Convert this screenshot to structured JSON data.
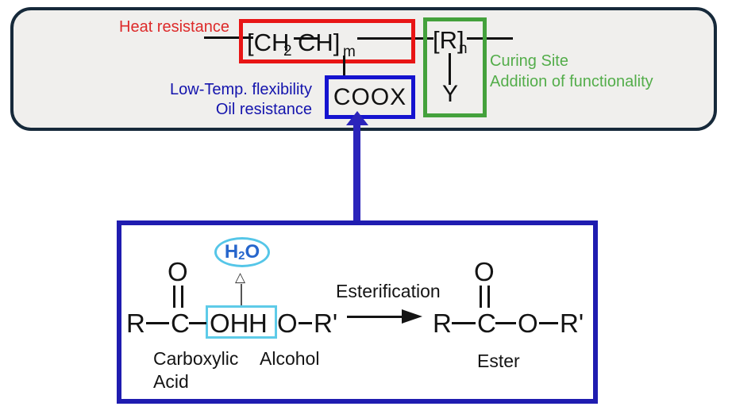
{
  "colors": {
    "panel_border": "#16293a",
    "panel_bg": "#f0efed",
    "red_accent": "#e81515",
    "red_text": "#dd2a2a",
    "blue_accent": "#1513cf",
    "blue_text": "#1414ad",
    "reaction_box_blue": "#1f1cb0",
    "connector_blue": "#2b24bb",
    "green_accent": "#44a13c",
    "green_text": "#53ad4a",
    "cyan_accent": "#55c6e8",
    "h2o_blue": "#2766cc"
  },
  "polymer_panel": {
    "heat_resistance": "Heat resistance",
    "low_temp_flexibility": "Low-Temp. flexibility",
    "oil_resistance": "Oil resistance",
    "curing_site": "Curing Site",
    "addition_of_functionality": "Addition of functionality",
    "backbone_left": "[CH",
    "backbone_sub2": "2",
    "backbone_right": "CH]",
    "backbone_subm": "m",
    "r_unit": "[R]",
    "r_subn": "n",
    "r_pendant": "Y",
    "functional_group": "COOX"
  },
  "reaction_panel": {
    "reaction_label": "Esterification",
    "byproduct_h": "H",
    "byproduct_sub2": "2",
    "byproduct_o": "O",
    "acid_r": "R",
    "acid_c": "C",
    "acid_o_top": "O",
    "acid_oh": "OH",
    "alcohol_h": "H",
    "alcohol_o": "O",
    "alcohol_r_prime": "R'",
    "ester_r": "R",
    "ester_c": "C",
    "ester_o_top": "O",
    "ester_o": "O",
    "ester_r_prime": "R'",
    "label_carboxylic": "Carboxylic",
    "label_acid": "Acid",
    "label_alcohol": "Alcohol",
    "label_ester": "Ester"
  },
  "icons": {
    "open_up_arrow_glyph": "△"
  }
}
